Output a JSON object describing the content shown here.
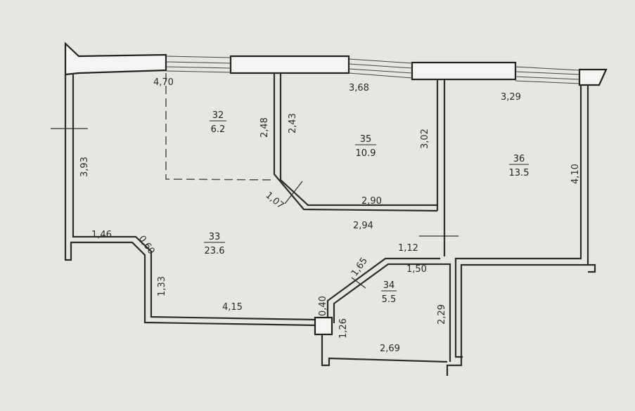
{
  "rooms": [
    {
      "id": "32",
      "number": "32",
      "area": "6.2"
    },
    {
      "id": "33",
      "number": "33",
      "area": "23.6"
    },
    {
      "id": "34",
      "number": "34",
      "area": "5.5"
    },
    {
      "id": "35",
      "number": "35",
      "area": "10.9"
    },
    {
      "id": "36",
      "number": "36",
      "area": "13.5"
    }
  ],
  "dimensions": {
    "d_4_70": "4,70",
    "d_3_68": "3,68",
    "d_3_29": "3,29",
    "d_3_93": "3,93",
    "d_2_48": "2,48",
    "d_2_43": "2,43",
    "d_3_02": "3,02",
    "d_4_10": "4,10",
    "d_1_07": "1,07",
    "d_2_90": "2,90",
    "d_2_94": "2,94",
    "d_1_46": "1,46",
    "d_0_60": "0,60",
    "d_1_33": "1,33",
    "d_4_15": "4,15",
    "d_0_40": "0,40",
    "d_1_65": "1,65",
    "d_1_12": "1,12",
    "d_1_50": "1,50",
    "d_2_29": "2,29",
    "d_1_26": "1,26",
    "d_2_69": "2,69"
  }
}
